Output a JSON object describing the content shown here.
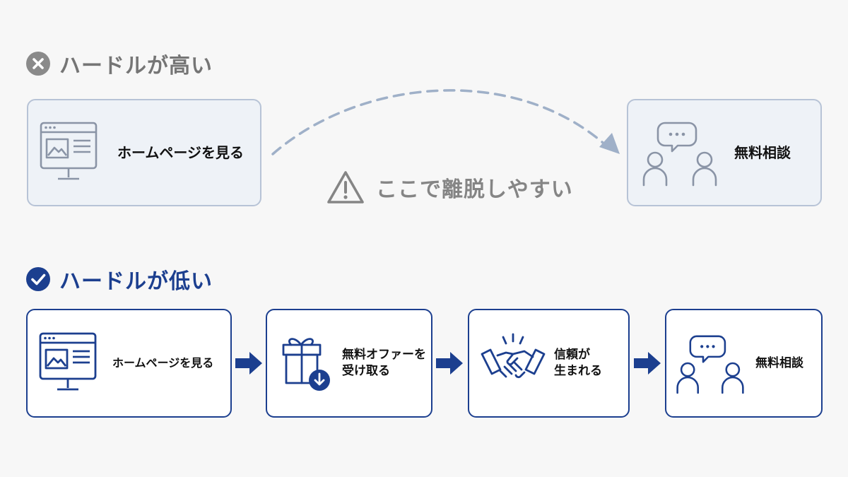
{
  "colors": {
    "background": "#f7f7f7",
    "gray_text": "#757575",
    "gray_icon": "#8a94a6",
    "gray_box_fill": "#eef2f7",
    "gray_box_border": "#b7c3d6",
    "dashed_arrow": "#9fb0c8",
    "blue": "#1c3f8f"
  },
  "high_hurdle": {
    "heading": "ハードルが高い",
    "heading_icon": "close-circle-icon",
    "start_box": {
      "label": "ホームページを見る",
      "icon": "webpage-monitor-icon"
    },
    "end_box": {
      "label": "無料相談",
      "icon": "consultation-icon"
    },
    "warning": {
      "text": "ここで離脱しやすい",
      "icon": "warning-triangle-icon"
    }
  },
  "low_hurdle": {
    "heading": "ハードルが低い",
    "heading_icon": "check-circle-icon",
    "steps": [
      {
        "label": "ホームページを見る",
        "icon": "webpage-monitor-icon"
      },
      {
        "line1": "無料オファーを",
        "line2": "受け取る",
        "icon": "gift-download-icon"
      },
      {
        "line1": "信頼が",
        "line2": "生まれる",
        "icon": "handshake-icon"
      },
      {
        "label": "無料相談",
        "icon": "consultation-icon"
      }
    ],
    "step_arrow_icon": "arrow-right-icon"
  }
}
